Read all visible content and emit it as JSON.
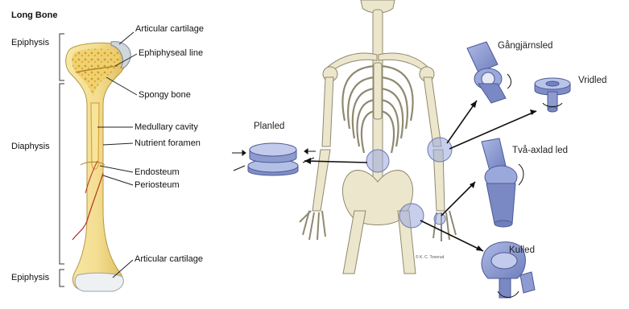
{
  "long_bone": {
    "title": "Long Bone",
    "left_labels": [
      "Epiphysis",
      "Diaphysis",
      "Epiphysis"
    ],
    "right_labels": [
      "Articular cartilage",
      "Ephiphyseal line",
      "Spongy bone",
      "Medullary cavity",
      "Nutrient foramen",
      "Endosteum",
      "Periosteum",
      "Articular cartilage"
    ]
  },
  "skeleton": {
    "credit": "© K. C. Toverud",
    "joints": {
      "planled": "Planled",
      "gangjarnsled": "Gångjärnsled",
      "vridled": "Vridled",
      "tva_axlad": "Två-axlad led",
      "kulled": "Kulled"
    }
  },
  "colors": {
    "bone": "#f4de92",
    "bone_shadow": "#d9b65a",
    "cartilage": "#e8ecef",
    "joint_blue": "#8e9ed2",
    "joint_dark": "#5e6fae",
    "skeleton": "#ece6cc",
    "skeleton_line": "#8f8970"
  }
}
